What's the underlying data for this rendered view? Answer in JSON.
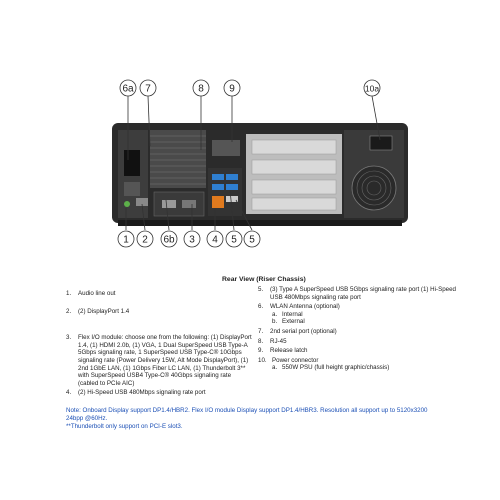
{
  "callouts": {
    "c6a": "6a",
    "c7": "7",
    "c8": "8",
    "c9": "9",
    "c10a": "10a",
    "c1": "1",
    "c2": "2",
    "c6b": "6b",
    "c3": "3",
    "c4": "4",
    "c5a": "5",
    "c5b": "5"
  },
  "title": "Rear View (Riser Chassis)",
  "left_items": [
    {
      "num": "1.",
      "text": "Audio line out"
    },
    {
      "num": "2.",
      "text": "(2) DisplayPort 1.4"
    },
    {
      "num": "3.",
      "text": "Flex I/O module: choose one from the following: (1) DisplayPort 1.4, (1) HDMI 2.0b, (1) VGA, 1 Dual SuperSpeed USB Type-A 5Gbps signaling rate, 1 SuperSpeed USB Type-C® 10Gbps signaling rate (Power Delivery 15W, Alt Mode DisplayPort), (1) 2nd 1GbE LAN, (1) 1Gbps Fiber LC LAN, (1) Thunderbolt 3** with SuperSpeed USB4 Type-C® 40Gbps signaling rate (cabled to PCIe AIC)"
    },
    {
      "num": "4.",
      "text": "(2) Hi-Speed USB 480Mbps signaling rate port"
    }
  ],
  "right_items": [
    {
      "num": "5.",
      "text": "(3) Type A SuperSpeed USB 5Gbps signaling rate port (1) Hi-Speed USB 480Mbps signaling rate port"
    },
    {
      "num": "6.",
      "text": "WLAN Antenna (optional)",
      "subs": [
        {
          "num": "a.",
          "text": "Internal"
        },
        {
          "num": "b.",
          "text": "External"
        }
      ]
    },
    {
      "num": "7.",
      "text": "2nd serial port (optional)"
    },
    {
      "num": "8.",
      "text": "RJ-45"
    },
    {
      "num": "9.",
      "text": "Release latch"
    },
    {
      "num": "10.",
      "text": "Power connector",
      "subs": [
        {
          "num": "a.",
          "text": "550W PSU (full height graphic/chassis)"
        }
      ]
    }
  ],
  "notes": [
    "Note: Onboard Display support DP1.4/HBR2. Flex I/O module Display support DP1.4/HBR3. Resolution all support up to 5120x3200 24bpp @60Hz.",
    "**Thunderbolt only support on PCI-E slot3."
  ],
  "colors": {
    "note": "#1b4fb5",
    "chassis": "#2b2b2b",
    "accent_blue": "#2f7fd0",
    "accent_orange": "#e07a1e"
  }
}
